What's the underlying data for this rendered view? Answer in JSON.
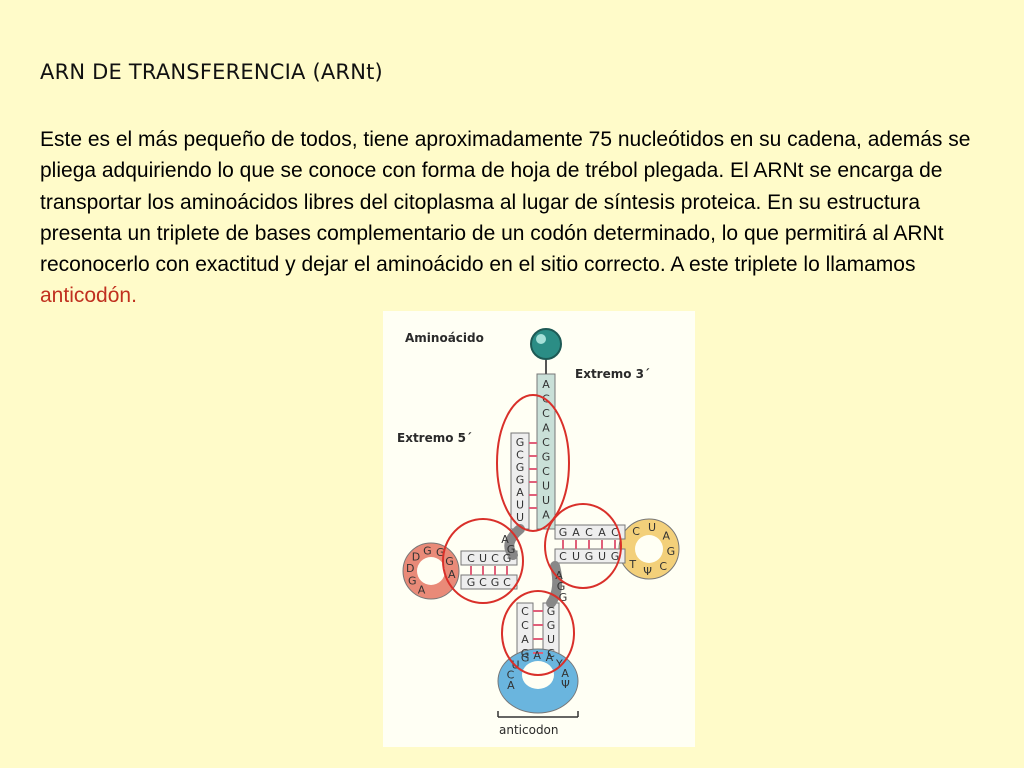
{
  "slide": {
    "title": "ARN DE TRANSFERENCIA (ARNt)",
    "paragraph": "Este es el más pequeño de todos, tiene aproximadamente 75 nucleótidos en su cadena, además se pliega adquiriendo lo que se conoce con forma de hoja de trébol plegada. El ARNt se encarga de transportar los aminoácidos libres del citoplasma al lugar de síntesis proteica. En su estructura presenta un triplete de bases complementario de un codón determinado, lo que permitirá al ARNt reconocerlo con exactitud y dejar el aminoácido en el sitio correcto. A este triplete lo llamamos ",
    "highlight": "anticodón."
  },
  "figure": {
    "labels": {
      "amino": "Aminoácido",
      "end3": "Extremo 3´",
      "end5": "Extremo 5´",
      "anticodon": "anticodon"
    },
    "colors": {
      "background": "#fffbc9",
      "highlight": "#c0301f",
      "stem": "#c9e0d8",
      "loop_left": "#e98a78",
      "loop_right": "#f3d07a",
      "loop_bottom": "#6ab5de",
      "circle": "#d9302a",
      "pairing": "#e0607a",
      "ball": "#2b8d85"
    },
    "sequences": {
      "acceptor_3": [
        "A",
        "C",
        "C",
        "A",
        "C",
        "G",
        "C",
        "U",
        "U",
        "A"
      ],
      "acceptor_5": [
        "G",
        "C",
        "G",
        "G",
        "A",
        "U",
        "U"
      ],
      "left_stem_top": [
        "C",
        "U",
        "C",
        "G"
      ],
      "left_stem_bottom": [
        "G",
        "C",
        "G",
        "C"
      ],
      "left_loop": [
        "A",
        "G",
        "D",
        "D",
        "G",
        "G",
        "G",
        "A"
      ],
      "right_stem_top": [
        "G",
        "A",
        "C",
        "A",
        "C"
      ],
      "right_stem_bottom": [
        "C",
        "U",
        "G",
        "U",
        "G"
      ],
      "right_loop": [
        "C",
        "U",
        "A",
        "G",
        "C",
        "Ψ",
        "T"
      ],
      "anticodon_stem_left": [
        "C",
        "C",
        "A",
        "G"
      ],
      "anticodon_stem_right": [
        "G",
        "G",
        "U",
        "C"
      ],
      "anticodon_loop": [
        "A",
        "C",
        "U",
        "G",
        "A",
        "A",
        "Y",
        "A",
        "Ψ"
      ],
      "connector_left": [
        "A",
        "G"
      ],
      "connector_right": [
        "A",
        "G",
        "G"
      ]
    }
  }
}
